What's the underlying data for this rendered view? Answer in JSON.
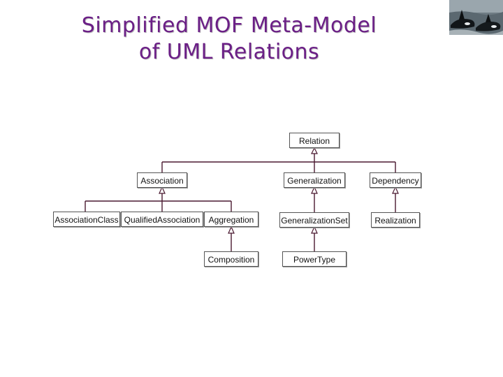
{
  "title": {
    "line1": "Simplified MOF Meta-Model",
    "line2": "of UML Relations"
  },
  "photo": {
    "icon": "orca-whales-photo"
  },
  "colors": {
    "title": "#6b1f86",
    "edge": "#4a1930"
  },
  "nodes": {
    "relation": "Relation",
    "association": "Association",
    "generalization": "Generalization",
    "dependency": "Dependency",
    "association_class": "AssociationClass",
    "qualified_association": "QualifiedAssociation",
    "aggregation": "Aggregation",
    "generalization_set": "GeneralizationSet",
    "realization": "Realization",
    "composition": "Composition",
    "power_type": "PowerType"
  },
  "edges": [
    [
      "association",
      "relation"
    ],
    [
      "generalization",
      "relation"
    ],
    [
      "dependency",
      "relation"
    ],
    [
      "association_class",
      "association"
    ],
    [
      "qualified_association",
      "association"
    ],
    [
      "aggregation",
      "association"
    ],
    [
      "generalization_set",
      "generalization"
    ],
    [
      "realization",
      "dependency"
    ],
    [
      "composition",
      "aggregation"
    ],
    [
      "power_type",
      "generalization_set"
    ]
  ]
}
